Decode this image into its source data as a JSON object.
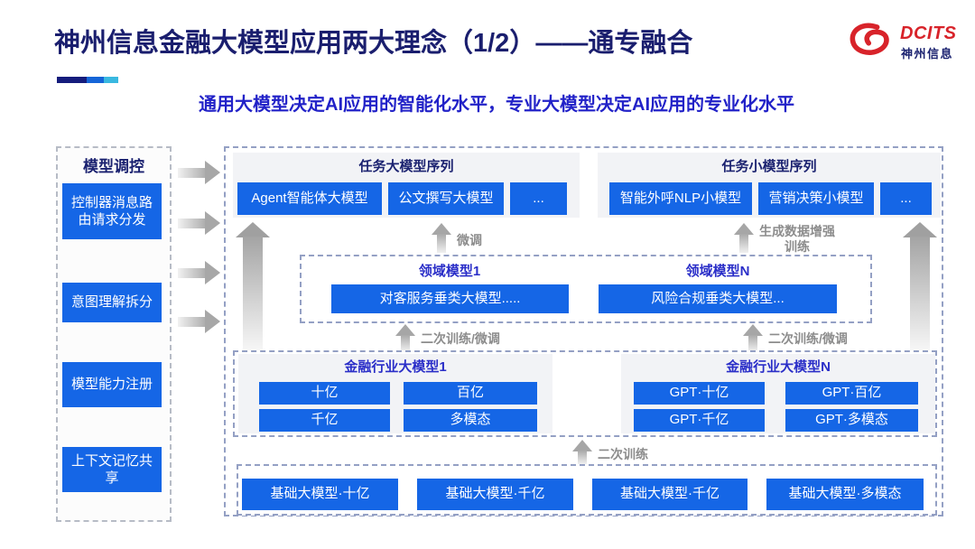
{
  "header": {
    "title": "神州信息金融大模型应用两大理念（1/2）——通专融合",
    "subtitle": "通用大模型决定AI应用的智能化水平，专业大模型决定AI应用的专业化水平",
    "logo": {
      "brand": "DCITS",
      "brand_cn": "神州信息"
    }
  },
  "sidebar": {
    "title": "模型调控",
    "items": [
      "控制器消息路由请求分发",
      "意图理解拆分",
      "模型能力注册",
      "上下文记忆共享"
    ]
  },
  "flow_labels": {
    "finetune": "微调",
    "gen_data_augment": "生成数据增强训练",
    "retrain_finetune_left": "二次训练/微调",
    "retrain_finetune_right": "二次训练/微调",
    "retrain": "二次训练"
  },
  "task_large_series": {
    "title": "任务大模型序列",
    "items": [
      "Agent智能体大模型",
      "公文撰写大模型",
      "..."
    ]
  },
  "task_small_series": {
    "title": "任务小模型序列",
    "items": [
      "智能外呼NLP小模型",
      "营销决策小模型",
      "..."
    ]
  },
  "domain_models": [
    {
      "title": "领域模型1",
      "item": "对客服务垂类大模型....."
    },
    {
      "title": "领域模型N",
      "item": "风险合规垂类大模型..."
    }
  ],
  "industry_models": [
    {
      "title": "金融行业大模型1",
      "items": [
        "十亿",
        "百亿",
        "千亿",
        "多模态"
      ]
    },
    {
      "title": "金融行业大模型N",
      "items": [
        "GPT·十亿",
        "GPT·百亿",
        "GPT·千亿",
        "GPT·多模态"
      ]
    }
  ],
  "base_models": [
    "基础大模型·十亿",
    "基础大模型·千亿",
    "基础大模型·千亿",
    "基础大模型·多模态"
  ],
  "colors": {
    "node_blue": "#1566E6",
    "title_navy": "#1A1E6E",
    "subtitle_blue": "#2222C8",
    "group_title_blue": "#2A2EC8",
    "brand_red": "#D8232A",
    "label_gray": "#8C8C8C",
    "accent_bar": [
      "#151C7C",
      "#1565D8",
      "#39B8E0"
    ]
  }
}
